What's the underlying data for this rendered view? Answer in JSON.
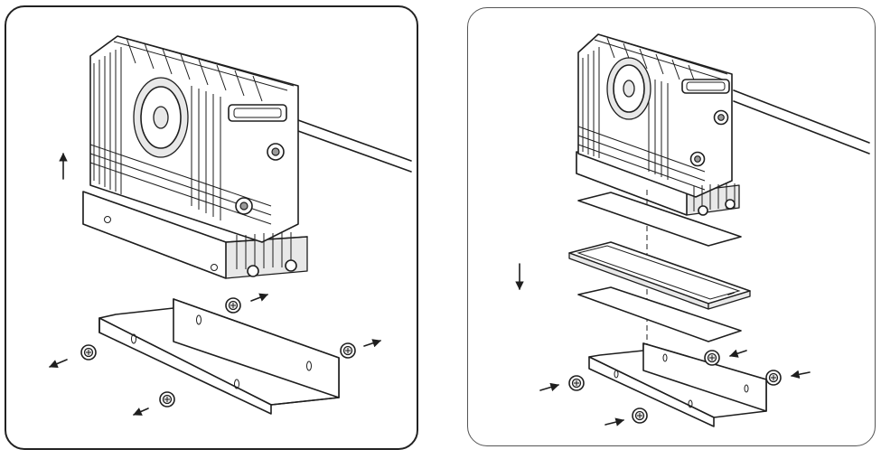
{
  "figure": {
    "panels": [
      {
        "id": "removal",
        "motion_arrow": "up"
      },
      {
        "id": "installation",
        "motion_arrow": "down"
      }
    ],
    "colors": {
      "line": "#1e1e1e",
      "background": "#ffffff",
      "metal_fill": "#e8e8e8"
    },
    "icons": [
      "heatsink-fan-icon",
      "screw-icon",
      "arrow-up-icon",
      "arrow-down-icon",
      "bracket-icon",
      "thermal-pad-icon",
      "m2-ssd-icon"
    ]
  }
}
